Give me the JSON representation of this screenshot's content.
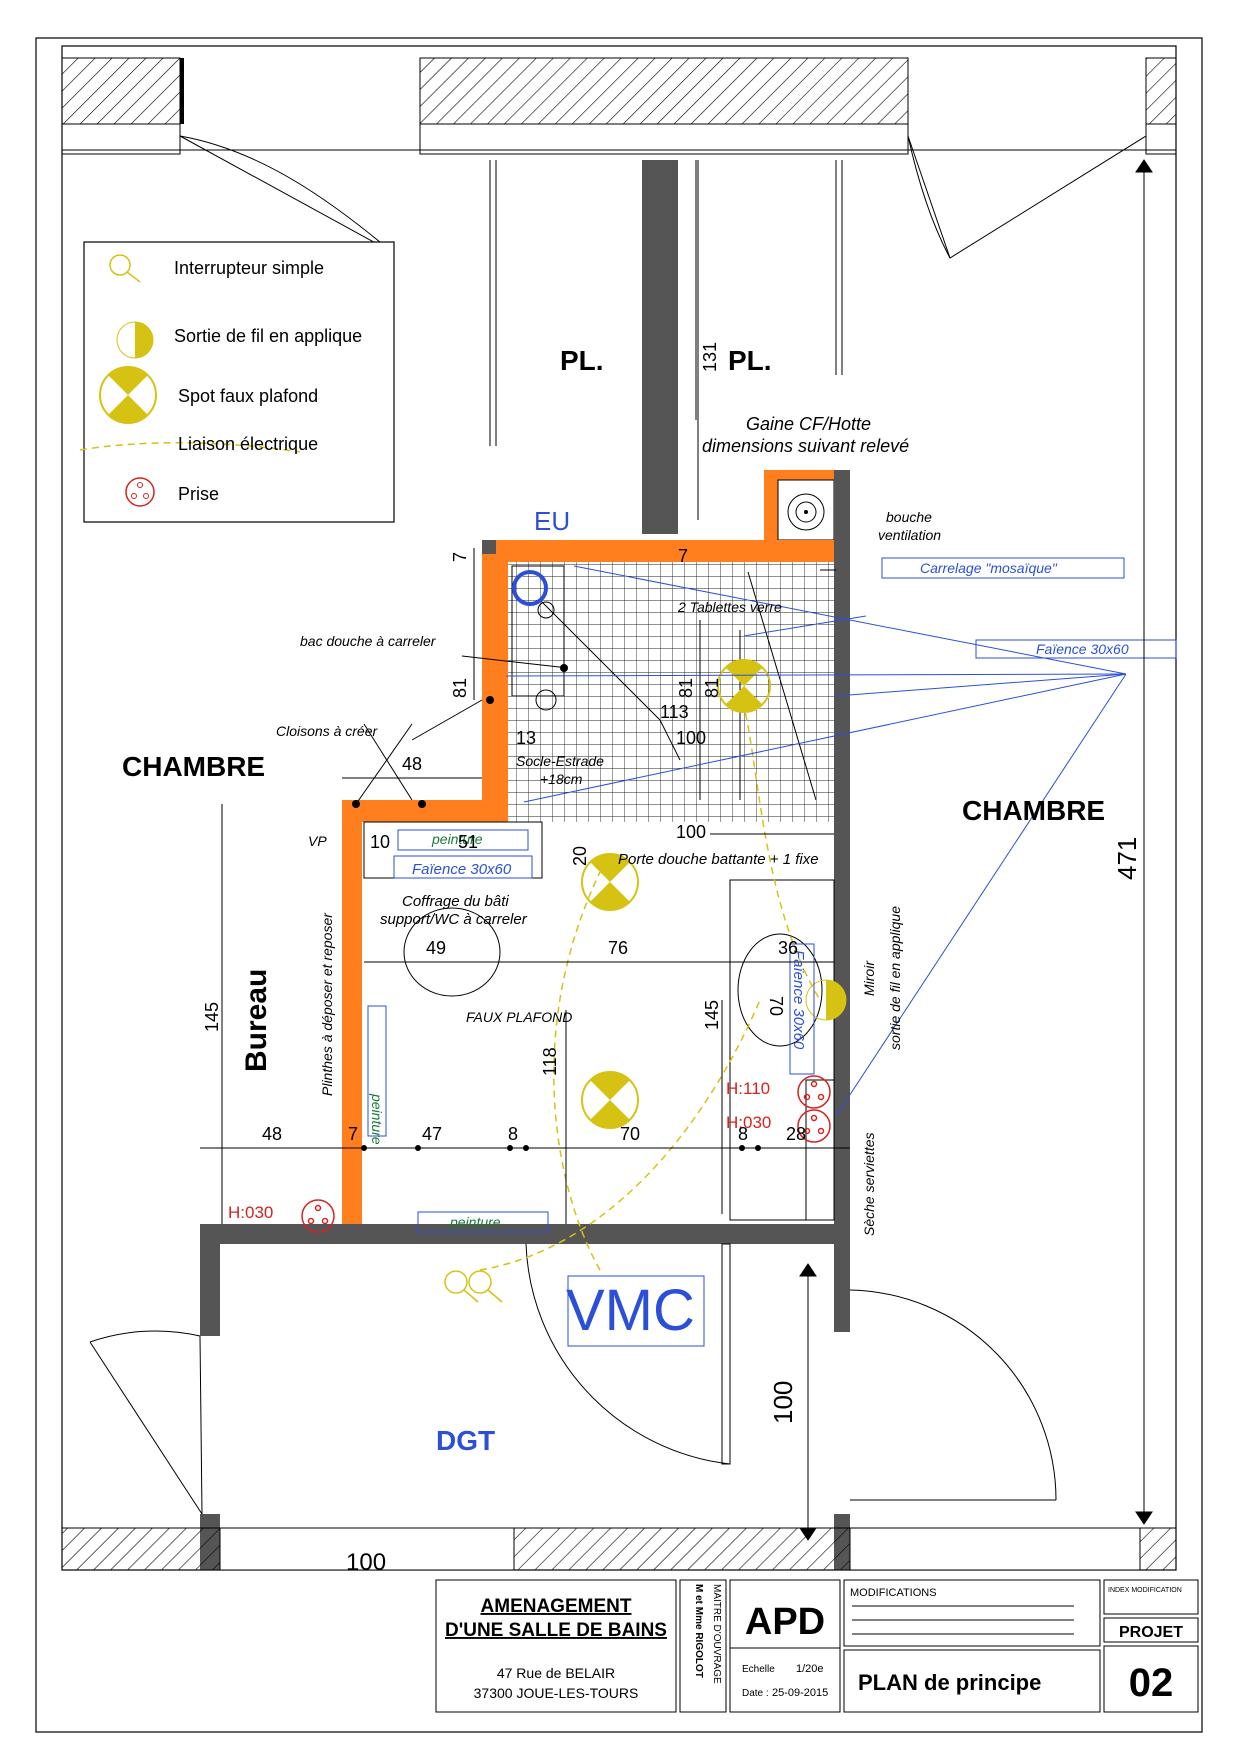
{
  "legend": {
    "items": [
      {
        "icon": "switch-icon",
        "label": "Interrupteur simple"
      },
      {
        "icon": "wall-light-icon",
        "label": "Sortie de fil en applique"
      },
      {
        "icon": "ceiling-spot-icon",
        "label": "Spot faux plafond"
      },
      {
        "icon": "electric-link-icon",
        "label": "Liaison électrique"
      },
      {
        "icon": "socket-icon",
        "label": "Prise"
      }
    ]
  },
  "rooms": {
    "pl_left": "PL.",
    "pl_right": "PL.",
    "chambre_left": "CHAMBRE",
    "chambre_right": "CHAMBRE",
    "bureau": "Bureau",
    "dgt": "DGT",
    "vmc": "VMC",
    "eu": "EU"
  },
  "notes": {
    "gaine_line1": "Gaine CF/Hotte",
    "gaine_line2": "dimensions suivant relevé",
    "bouche_line1": "bouche",
    "bouche_line2": "ventilation",
    "carrelage": "Carrelage \"mosaïque\"",
    "faience_right": "Faïence 30x60",
    "tablettes": "2 Tablettes verre",
    "bac_douche": "bac douche à carreler",
    "cloisons": "Cloisons à créer",
    "socle_line1": "Socle-Estrade",
    "socle_line2": "+18cm",
    "vp": "VP",
    "peinture_top": "peinture",
    "faience_wc": "Faïence 30x60",
    "porte_douche": "Porte douche battante + 1 fixe",
    "coffrage_line1": "Coffrage du bâti",
    "coffrage_line2": "support/WC à carreler",
    "plinthes": "Plinthes à déposer et reposer",
    "peinture_left": "peinture",
    "faux_plafond": "FAUX PLAFOND",
    "faience_vasque": "Faïence 30x60",
    "miroir": "Miroir",
    "sortie_fil": "sortie de fil en applique",
    "seche_serviettes": "Sèche serviettes",
    "peinture_bottom": "peinture",
    "h110": "H:110",
    "h030_right": "H:030",
    "h030_left": "H:030"
  },
  "dimensions": {
    "d131": "131",
    "d471": "471",
    "d7a": "7",
    "d7b": "7",
    "d81a": "81",
    "d81b": "81",
    "d113": "113",
    "d13": "13",
    "d100a": "100",
    "d48a": "48",
    "d10": "10",
    "d51": "51",
    "d20": "20",
    "d100b": "100",
    "d49": "49",
    "d76": "76",
    "d36": "36",
    "d70a": "70",
    "d145a": "145",
    "d145b": "145",
    "d118": "118",
    "d48b": "48",
    "d7c": "7",
    "d47": "47",
    "d8a": "8",
    "d70b": "70",
    "d8b": "8",
    "d28": "28",
    "d100c": "100",
    "d100d": "100"
  },
  "title_block": {
    "project_line1": "AMENAGEMENT",
    "project_line2": "D'UNE SALLE DE BAINS",
    "address_line1": "47 Rue de BELAIR",
    "address_line2": "37300 JOUE-LES-TOURS",
    "maitre_label": "MAITRE D'OUVRAGE",
    "maitre_name": "M et Mme RIGOLOT",
    "phase": "APD",
    "echelle_label": "Echelle",
    "echelle_value": "1/20e",
    "date_label": "Date :",
    "date_value": "25-09-2015",
    "modifications": "MODIFICATIONS",
    "plan_title": "PLAN de principe",
    "indice": "INDEX MODIFICATION",
    "projet_label": "PROJET",
    "projet_number": "02"
  },
  "colors": {
    "wall_new": "#ff7f1f",
    "electric": "#d6c213",
    "annotation_blue": "#2b4fd9",
    "socket_red": "#d6231f",
    "wall_grey": "#555555"
  }
}
